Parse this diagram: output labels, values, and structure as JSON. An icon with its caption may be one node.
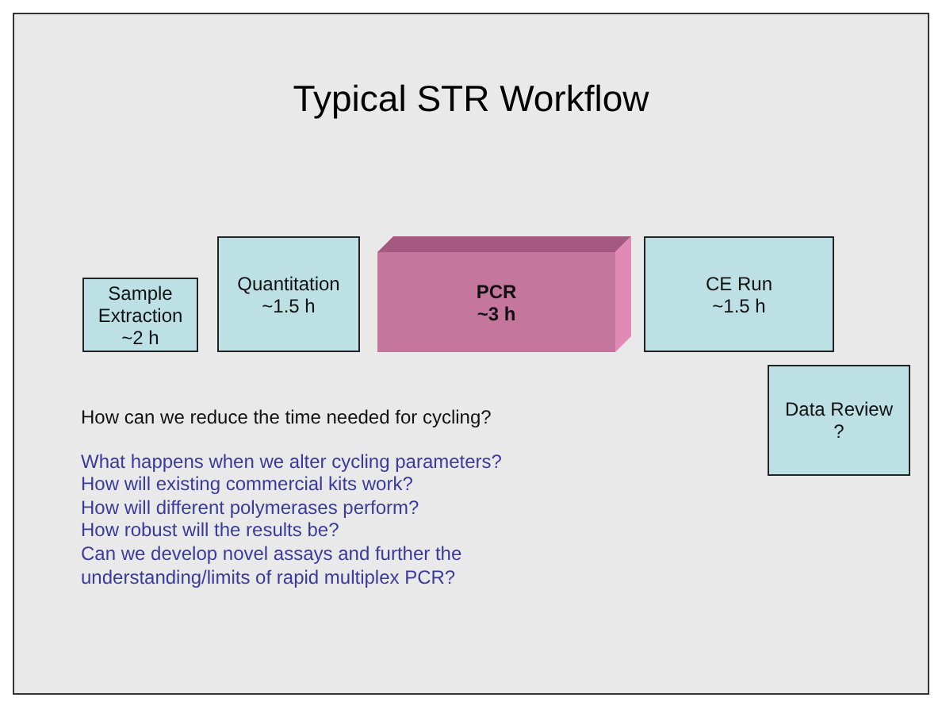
{
  "diagram": {
    "title": "Typical STR Workflow",
    "nodes": [
      {
        "text": [
          "Sample Extraction",
          "~2 h"
        ]
      },
      {
        "text": [
          "Quantitation",
          "~1.5 h"
        ]
      },
      {
        "text": [
          "PCR",
          "~3 h"
        ]
      },
      {
        "text": [
          "CE Run",
          "~1.5 h"
        ]
      },
      {
        "text": [
          "Data Review",
          "?"
        ]
      }
    ],
    "labels": [
      "How can we reduce the time needed for cycling?",
      "What happens when we alter cycling parameters?",
      "How will existing commercial kits work?",
      "How will different polymerases perform?",
      "How robust will the results be?",
      "Can we develop novel assays and further the understanding/limits of rapid multiplex PCR?"
    ]
  }
}
